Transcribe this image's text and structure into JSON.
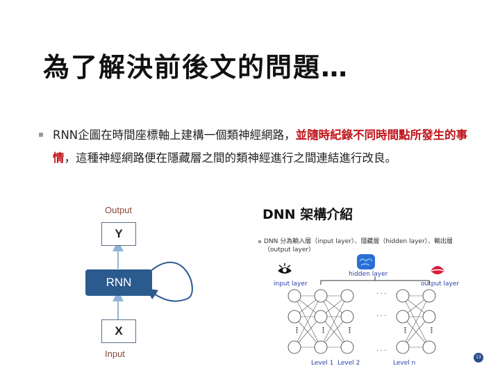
{
  "slide": {
    "title": "為了解決前後文的問題…",
    "bullet": {
      "part1": "RNN企圖在時間座標軸上建構一個類神經網路，",
      "highlight": "並隨時紀錄不同時間點所發生的事情",
      "part2": "，這種神經網路便在隱藏層之間的類神經進行之間連結進行改良。"
    },
    "page_number": "13"
  },
  "rnn_diagram": {
    "output_label": "Output",
    "output_node": "Y",
    "core_label": "RNN",
    "input_node": "X",
    "input_label": "Input"
  },
  "dnn_figure": {
    "title": "DNN 架構介紹",
    "description": "DNN 分為輸入層（input layer）、隱藏層（hidden layer）、輸出層（output layer）",
    "input_layer": "input layer",
    "hidden_layer": "hidden layer",
    "output_layer": "output layer",
    "levels": [
      "Level 1",
      "Level 2",
      "Level n"
    ],
    "ellipsis": ". . ."
  },
  "colors": {
    "highlight": "#c0141b",
    "rnn_core": "#2b5a8f",
    "layer_text": "#2a3fa8"
  }
}
